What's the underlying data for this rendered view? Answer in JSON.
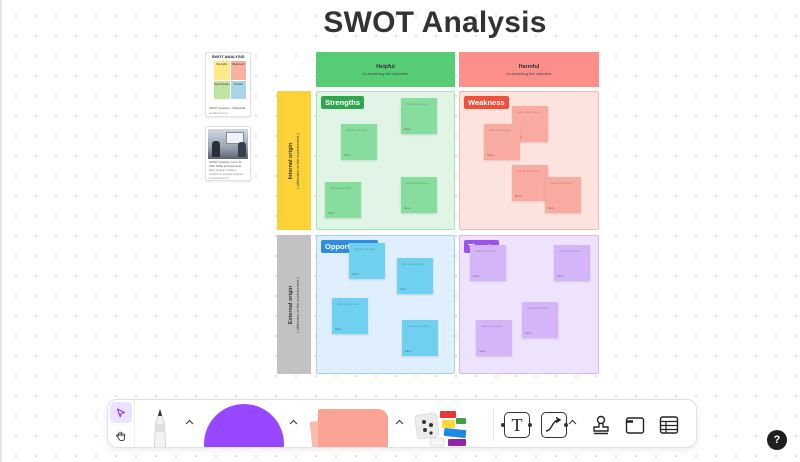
{
  "board": {
    "title": "SWOT Analysis"
  },
  "colors": {
    "helpful_header": "#56cd74",
    "harmful_header": "#fd8f8a",
    "internal_header": "#fdd236",
    "external_header": "#c2c2c2",
    "strengths_bg": "#e1f5e6",
    "weakness_bg": "#fde3de",
    "opportunities_bg": "#e0effd",
    "threats_bg": "#efe2fd",
    "strengths_label": "#2ea64e",
    "weakness_label": "#ef503c",
    "opportunities_label": "#2c8de3",
    "threats_label": "#9a51f0",
    "strengths_note": "#86dd9d",
    "weakness_note": "#f9aba2",
    "opportunities_note": "#6fd1ef",
    "threats_note": "#d4b6f8",
    "pen_color": "#9747ff",
    "sticky_color": "#f8a393"
  },
  "columns": {
    "helpful": {
      "title": "Helpful",
      "subtitle": "to achieving the objective"
    },
    "harmful": {
      "title": "Harmful",
      "subtitle": "to achieving the objective"
    }
  },
  "rows": {
    "internal": {
      "title": "Internal origin",
      "subtitle": "( attributes of the environment )"
    },
    "external": {
      "title": "External origin",
      "subtitle": "( attributes of the environment )"
    }
  },
  "quadrants": {
    "strengths": "Strengths",
    "weakness": "Weakness",
    "opportunities": "Opportunities",
    "threats": "Threats"
  },
  "note_placeholder": "Add a note here...",
  "note_tag": "Name",
  "references": [
    {
      "title": "SWOT ANALYSIS",
      "caption": "SWOT analysis - Wikipedia",
      "source": "en.wikipedia.org"
    },
    {
      "caption": "SWOT Analysis: How To With Table and Example",
      "caption2": "Each strategic guidance contains an example analysis",
      "source": "investopedia.com"
    }
  ],
  "mini_quadrants": [
    "Strengths",
    "Weakness",
    "Opportunities",
    "Threats"
  ],
  "toolbar": {
    "tools": [
      "select-tool",
      "hand-tool",
      "pen-tool",
      "shape-tool",
      "sticky-note-tool",
      "stickers-tool",
      "text-tool",
      "connector-tool",
      "stamp-tool",
      "section-tool",
      "table-tool"
    ],
    "text_tool_label": "T"
  },
  "help_label": "?"
}
